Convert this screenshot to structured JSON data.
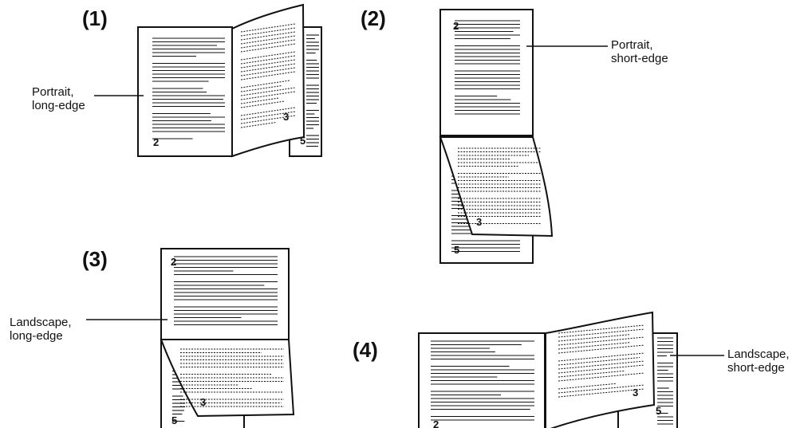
{
  "panels": [
    {
      "number": "(1)",
      "label_line1": "Portrait,",
      "label_line2": "long-edge",
      "page_left": "2",
      "page_right_front": "3",
      "page_right_back": "5"
    },
    {
      "number": "(2)",
      "label_line1": "Portrait,",
      "label_line2": "short-edge",
      "page_top": "2",
      "page_bottom_front": "3",
      "page_bottom_back": "5"
    },
    {
      "number": "(3)",
      "label_line1": "Landscape,",
      "label_line2": "long-edge",
      "page_top": "2",
      "page_bottom_front": "3",
      "page_bottom_back": "5"
    },
    {
      "number": "(4)",
      "label_line1": "Landscape,",
      "label_line2": "short-edge",
      "page_left": "2",
      "page_right_front": "3",
      "page_right_back": "5"
    }
  ],
  "colors": {
    "ink": "#111111",
    "paper": "#ffffff"
  }
}
